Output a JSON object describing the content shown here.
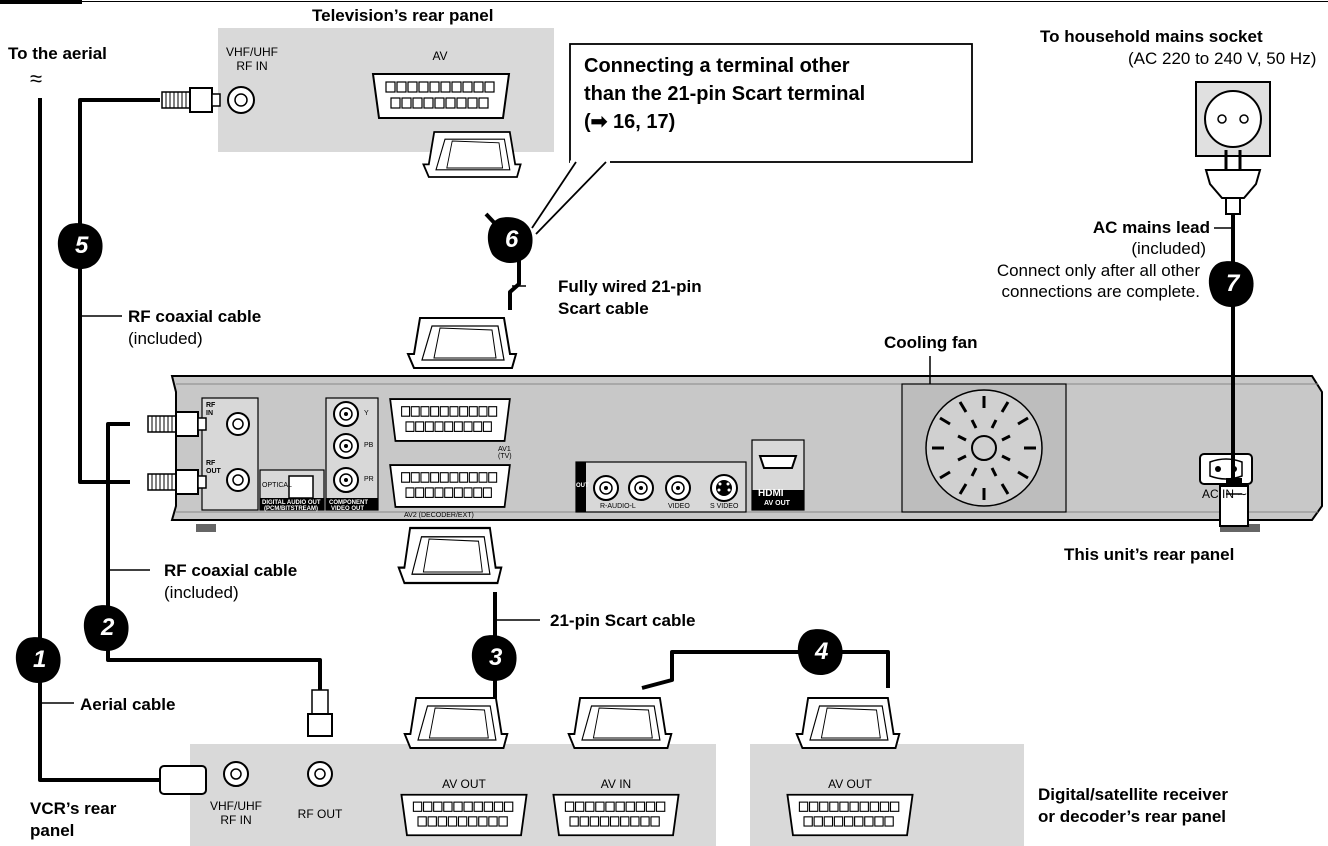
{
  "labels": {
    "tv_rear_panel": "Television’s rear panel",
    "to_aerial": "To the aerial",
    "tv_vhf_uhf_1": "VHF/UHF",
    "tv_rf_in": "RF IN",
    "tv_av": "AV",
    "callout_line1": "Connecting a terminal other",
    "callout_line2": "than the 21-pin Scart terminal",
    "callout_line3": "(➡ 16, 17)",
    "mains_socket": "To household mains socket",
    "mains_spec": "(AC 220 to 240 V, 50 Hz)",
    "ac_lead": "AC mains lead",
    "ac_included": "(included)",
    "ac_note1": "Connect only after all other",
    "ac_note2": "connections are complete.",
    "scart_full_1": "Fully wired 21-pin",
    "scart_full_2": "Scart cable",
    "rf_cable_top": "RF coaxial cable",
    "rf_included_top": "(included)",
    "cooling_fan": "Cooling fan",
    "unit_rear_panel": "This unit’s rear panel",
    "rf_cable_bottom": "RF coaxial cable",
    "rf_included_bottom": "(included)",
    "scart_cable": "21-pin Scart cable",
    "aerial_cable": "Aerial cable",
    "vcr_rear_1": "VCR’s rear",
    "vcr_rear_2": "panel",
    "vcr_vhf_uhf": "VHF/UHF",
    "vcr_rf_in": "RF IN",
    "vcr_rf_out": "RF OUT",
    "vcr_av_out": "AV OUT",
    "vcr_av_in": "AV IN",
    "sat_av_out": "AV OUT",
    "sat_rear_1": "Digital/satellite receiver",
    "sat_rear_2": "or decoder’s rear panel",
    "unit_rf_in": "RF IN",
    "unit_rf_out": "RF OUT",
    "optical": "OPTICAL",
    "digital_audio_out_1": "DIGITAL AUDIO OUT",
    "digital_audio_out_2": "(PCM/BITSTREAM)",
    "component_1": "COMPONENT",
    "component_2": "VIDEO OUT",
    "comp_y": "Y",
    "comp_pb": "PB",
    "comp_pr": "PR",
    "av1_1": "AV1",
    "av1_2": "(TV)",
    "av2": "AV2 (DECODER/EXT)",
    "out_tag": "OUT",
    "r_audio_l": "R-AUDIO-L",
    "video": "VIDEO",
    "s_video": "S VIDEO",
    "hdmi": "HDMI",
    "av_out": "AV OUT",
    "ac_in": "AC IN ∼",
    "aerial_symbol": "≈"
  },
  "steps": [
    "1",
    "2",
    "3",
    "4",
    "5",
    "6",
    "7"
  ],
  "colors": {
    "panel": "#d9d9d9",
    "unit_body": "#c8c8c8",
    "unit_edge": "#999999",
    "ink": "#000000"
  }
}
